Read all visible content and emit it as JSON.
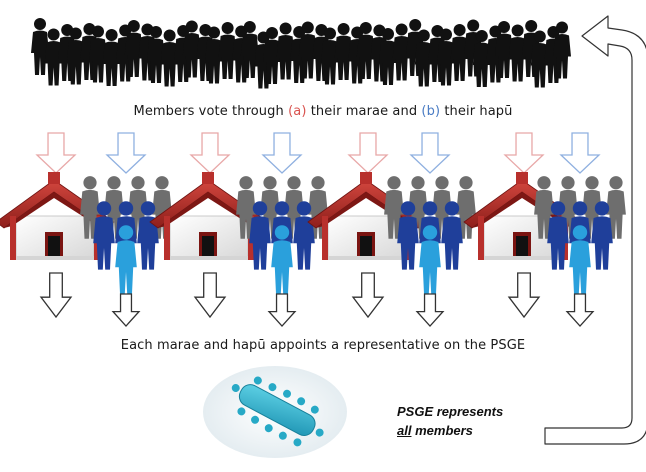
{
  "top_caption": {
    "part1": "Members vote through",
    "tag_a": "(a)",
    "part2": "their marae and",
    "tag_b": "(b)",
    "part3": "their hapū"
  },
  "bottom_caption": "Each marae and hapū appoints a representative on the PSGE",
  "psge_note": {
    "line1": "PSGE represents",
    "line2_underlined": "all",
    "line2_rest": "members"
  },
  "colors": {
    "marae_arrow": "#e8a8a8",
    "hapu_arrow": "#8fb0e0",
    "roof_red": "#b8302c",
    "grey_people": "#6e6e6e",
    "navy_people": "#1f3f9a",
    "rep_people": "#2aa0dc",
    "crowd": "#111111",
    "table_teal": "#2db5cf"
  },
  "icons": [
    "crowd-silhouette",
    "marae-house-icon",
    "hapu-people-icon",
    "down-arrow-icon",
    "boardroom-table-icon",
    "return-arrow-icon"
  ],
  "groups": 4
}
